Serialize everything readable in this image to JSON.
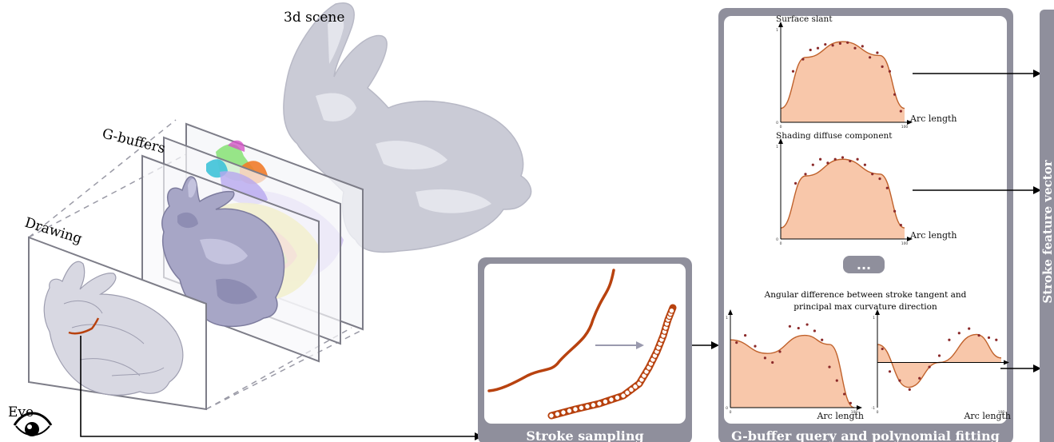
{
  "labels": {
    "scene": "3d scene",
    "gbuffers": "G-buffers",
    "drawing": "Drawing",
    "eye": "Eye"
  },
  "panels": {
    "sampling_title": "Stroke sampling",
    "gbuffer_title": "G-buffer query and polynomial fitting",
    "feature_title": "Stroke feature vector"
  },
  "ellipsis": "...",
  "angular_caption_line1": "Angular difference between stroke tangent and",
  "angular_caption_line2": "principal max curvature direction",
  "colors": {
    "panel_gray": "#8f8f9c",
    "stroke_orange": "#b8420f",
    "fill_peach": "#f8c7aa",
    "curve_orange": "#c0622c",
    "dot_red": "#8b2a2a",
    "bunny_gray": "#cacbd6",
    "plane_edge": "#7d7d88"
  },
  "chart_data": [
    {
      "type": "scatter",
      "title": "Surface slant",
      "xlabel": "Arc length",
      "ylabel": "",
      "xlim": [
        0,
        100
      ],
      "ylim": [
        0,
        1
      ],
      "x": [
        10,
        18,
        24,
        30,
        36,
        42,
        48,
        54,
        60,
        66,
        72,
        78,
        82,
        88,
        92,
        97
      ],
      "y": [
        0.55,
        0.68,
        0.78,
        0.8,
        0.84,
        0.83,
        0.85,
        0.86,
        0.8,
        0.82,
        0.7,
        0.75,
        0.6,
        0.55,
        0.3,
        0.12
      ],
      "fit": [
        [
          0,
          0.15
        ],
        [
          20,
          0.7
        ],
        [
          50,
          0.87
        ],
        [
          80,
          0.72
        ],
        [
          100,
          0.15
        ]
      ]
    },
    {
      "type": "scatter",
      "title": "Shading diffuse component",
      "xlabel": "Arc length",
      "ylabel": "",
      "xlim": [
        0,
        100
      ],
      "ylim": [
        0,
        1
      ],
      "x": [
        12,
        20,
        26,
        32,
        38,
        44,
        50,
        56,
        62,
        68,
        74,
        80,
        86,
        92,
        97
      ],
      "y": [
        0.6,
        0.7,
        0.8,
        0.86,
        0.82,
        0.86,
        0.88,
        0.84,
        0.86,
        0.8,
        0.7,
        0.65,
        0.55,
        0.3,
        0.15
      ],
      "fit": [
        [
          0,
          0.12
        ],
        [
          20,
          0.68
        ],
        [
          50,
          0.86
        ],
        [
          80,
          0.7
        ],
        [
          100,
          0.12
        ]
      ]
    },
    {
      "type": "scatter",
      "title": "",
      "xlabel": "Arc length",
      "ylabel": "",
      "xlim": [
        0,
        100
      ],
      "ylim": [
        0,
        1
      ],
      "x": [
        5,
        12,
        20,
        28,
        34,
        40,
        48,
        55,
        62,
        68,
        74,
        80,
        86,
        92,
        97
      ],
      "y": [
        0.72,
        0.8,
        0.68,
        0.55,
        0.5,
        0.62,
        0.9,
        0.88,
        0.92,
        0.85,
        0.75,
        0.45,
        0.3,
        0.15,
        0.05
      ],
      "fit": [
        [
          0,
          0.75
        ],
        [
          30,
          0.6
        ],
        [
          60,
          0.8
        ],
        [
          80,
          0.7
        ],
        [
          100,
          0.0
        ]
      ]
    },
    {
      "type": "scatter",
      "title": "",
      "xlabel": "Arc length",
      "ylabel": "",
      "xlim": [
        0,
        100
      ],
      "ylim": [
        -1,
        1
      ],
      "x": [
        4,
        10,
        18,
        26,
        34,
        42,
        50,
        58,
        66,
        74,
        82,
        90,
        96
      ],
      "y": [
        0.3,
        -0.2,
        -0.4,
        -0.6,
        -0.35,
        -0.1,
        0.15,
        0.5,
        0.65,
        0.75,
        0.6,
        0.55,
        0.5
      ],
      "fit": [
        [
          0,
          0.4
        ],
        [
          25,
          -0.55
        ],
        [
          50,
          0.0
        ],
        [
          80,
          0.62
        ],
        [
          100,
          0.1
        ]
      ]
    }
  ]
}
